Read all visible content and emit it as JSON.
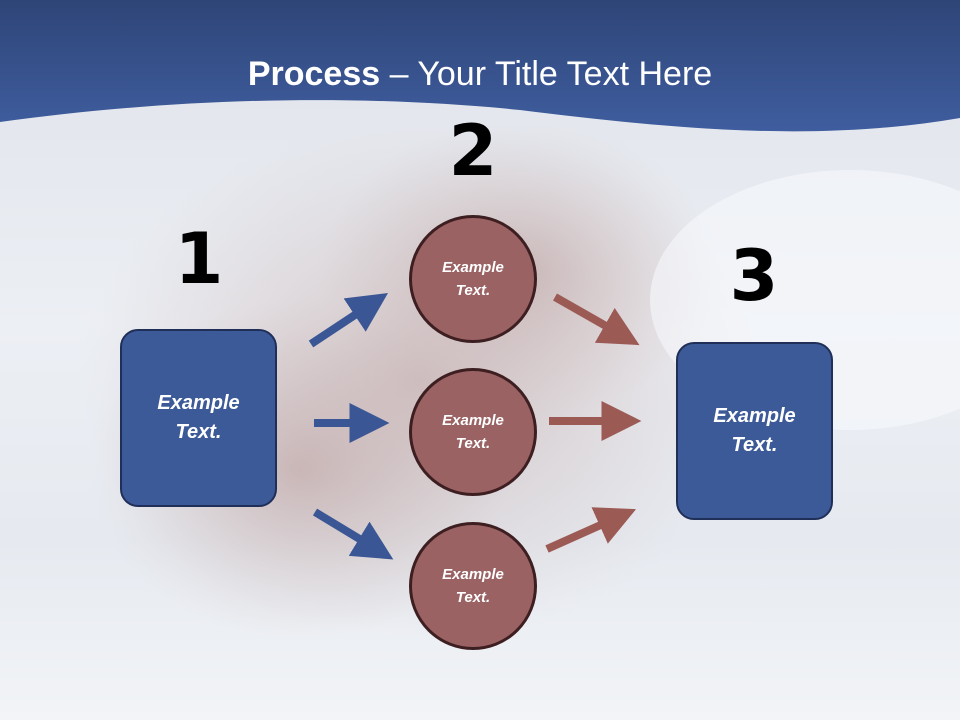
{
  "title": {
    "bold": "Process",
    "rest": " – Your Title Text Here"
  },
  "steps": {
    "one": "1",
    "two": "2",
    "three": "3"
  },
  "left_box": "Example\nText.",
  "right_box": "Example\nText.",
  "circles": [
    "Example\nText.",
    "Example\nText.",
    "Example\nText."
  ],
  "colors": {
    "header": "#3a5591",
    "box": "#3d5a98",
    "circle": "#9a6263",
    "blue_arrow": "#3a5694",
    "red_arrow": "#9c5a55"
  }
}
